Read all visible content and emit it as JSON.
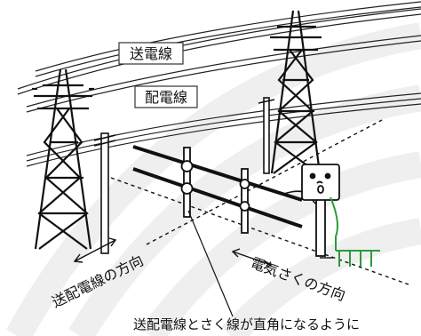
{
  "labels": {
    "transmission_line": "送電線",
    "distribution_line": "配電線",
    "line_direction": "送配電線の方向",
    "fence_direction": "電気さくの方向",
    "caption": "送配電線とさく線が直角になるように"
  },
  "icons": [
    "fence-energizer-icon",
    "ground-rod-icon",
    "transmission-tower-icon",
    "utility-pole-icon"
  ],
  "colors": {
    "ground_wire": "#2e9a3e",
    "background_arc": "#efefef",
    "line": "#111111"
  }
}
